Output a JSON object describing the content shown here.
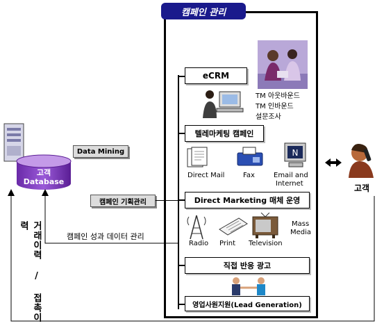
{
  "header": {
    "title": "캠페인 관리"
  },
  "boxes": {
    "ecrm": "eCRM",
    "telemarketing": "텔레마케팅 캠페인",
    "direct_marketing": "Direct Marketing 매체 운영",
    "direct_response": "직접 반응 광고",
    "sales_support": "영업사원지원(Lead Generation)"
  },
  "tm_notes": [
    "TM 아웃바운드",
    "TM 인바운드",
    "설문조사"
  ],
  "channels": {
    "direct_mail": "Direct Mail",
    "fax": "Fax",
    "email_line1": "Email and",
    "email_line2": "Internet"
  },
  "media": {
    "radio": "Radio",
    "print": "Print",
    "television": "Television",
    "mass_line1": "Mass",
    "mass_line2": "Media"
  },
  "database": {
    "line1": "고객",
    "line2": "Database"
  },
  "tags": {
    "data_mining": "Data Mining",
    "campaign_planning": "캠페인 기획관리"
  },
  "flows": {
    "performance": "캠페인 성과 데이터 관리",
    "history": "거래이력 / 접촉이력"
  },
  "customer": {
    "label": "고객"
  },
  "icons": [
    "server-icon",
    "database-icon",
    "meeting-photo-icon",
    "computer-user-icon",
    "mail-icon",
    "fax-icon",
    "monitor-icon",
    "antenna-icon",
    "newspaper-icon",
    "tv-icon",
    "handshake-icon",
    "phone-man-icon",
    "double-arrow-icon"
  ]
}
